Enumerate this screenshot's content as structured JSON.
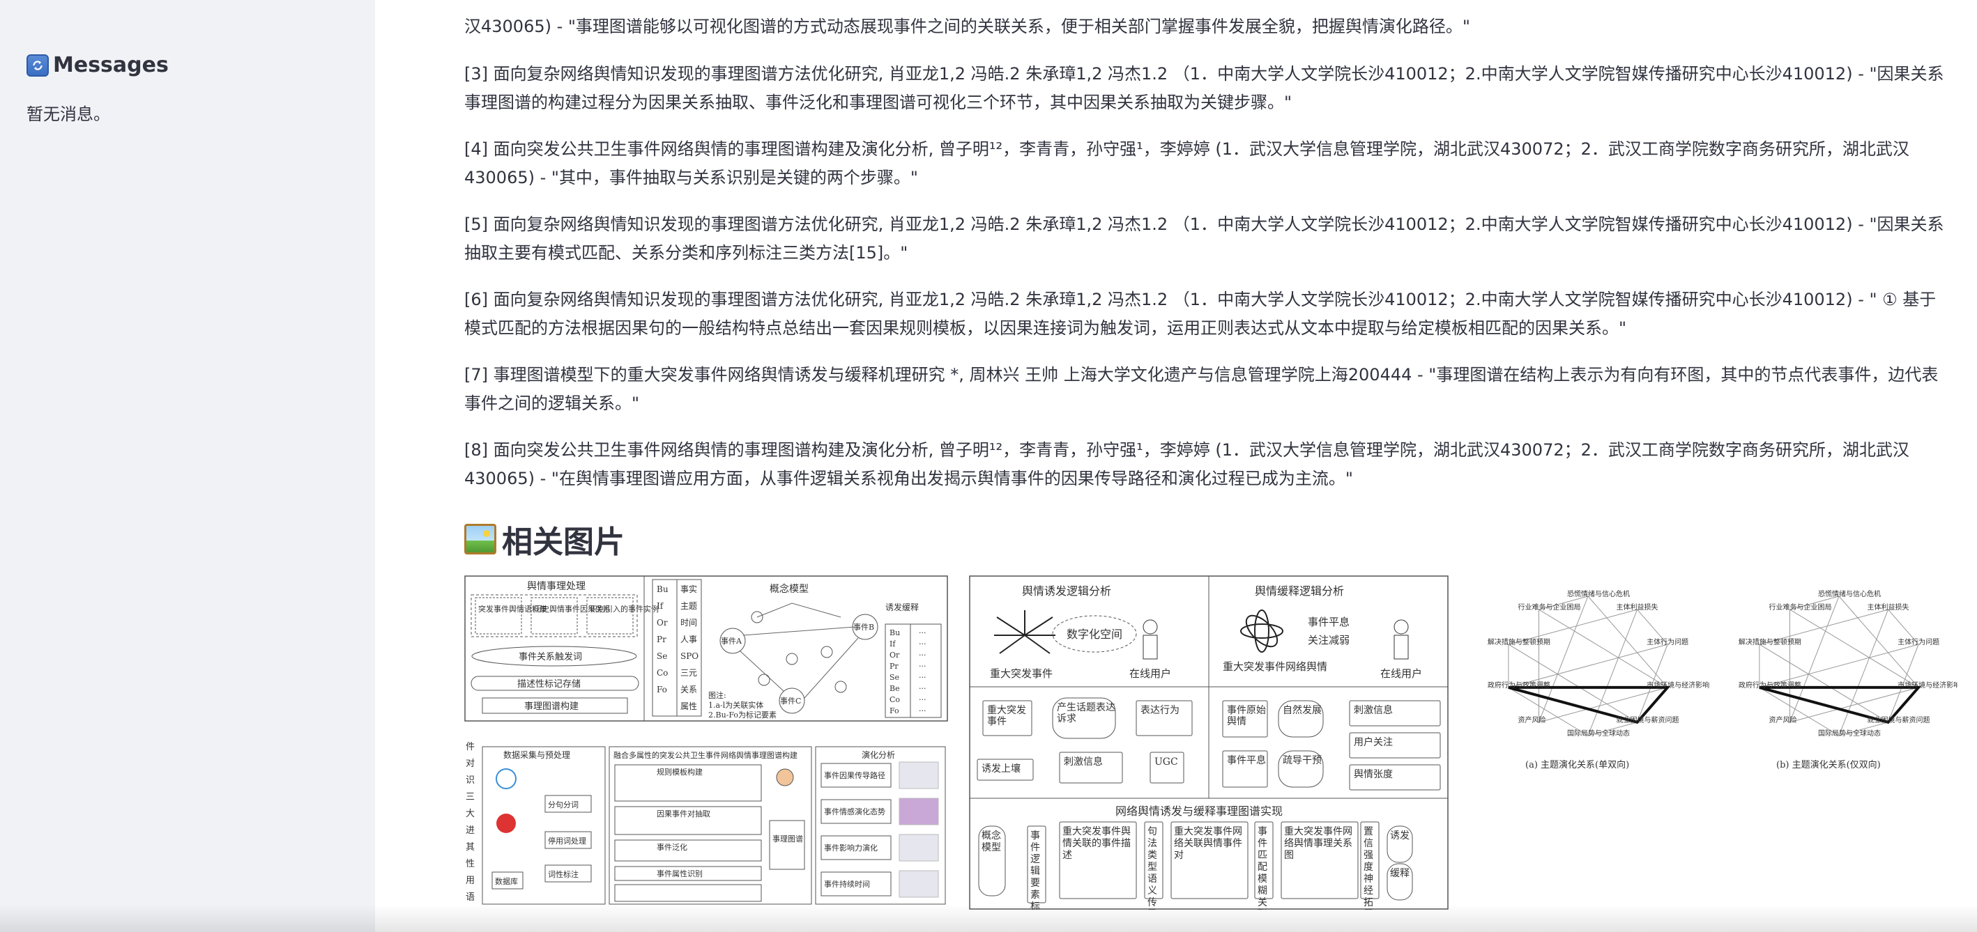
{
  "sidebar": {
    "title": "Messages",
    "icon": "refresh-icon",
    "empty_text": "暂无消息。"
  },
  "references": [
    "汉430065) - \"事理图谱能够以可视化图谱的方式动态展现事件之间的关联关系，便于相关部门掌握事件发展全貌，把握舆情演化路径。\"",
    "[3] 面向复杂网络舆情知识发现的事理图谱方法优化研究, 肖亚龙1,2 冯皓.2 朱承璋1,2 冯杰1.2 （1．中南大学人文学院长沙410012；2.中南大学人文学院智媒传播研究中心长沙410012) - \"因果关系事理图谱的构建过程分为因果关系抽取、事件泛化和事理图谱可视化三个环节，其中因果关系抽取为关键步骤。\"",
    "[4] 面向突发公共卫生事件网络舆情的事理图谱构建及演化分析, 曾子明¹²，李青青，孙守强¹，李婷婷 (1．武汉大学信息管理学院，湖北武汉430072；2．武汉工商学院数字商务研究所，湖北武汉430065) - \"其中，事件抽取与关系识别是关键的两个步骤。\"",
    "[5] 面向复杂网络舆情知识发现的事理图谱方法优化研究, 肖亚龙1,2 冯皓.2 朱承璋1,2 冯杰1.2 （1．中南大学人文学院长沙410012；2.中南大学人文学院智媒传播研究中心长沙410012) - \"因果关系抽取主要有模式匹配、关系分类和序列标注三类方法[15]。\"",
    "[6] 面向复杂网络舆情知识发现的事理图谱方法优化研究, 肖亚龙1,2 冯皓.2 朱承璋1,2 冯杰1.2 （1．中南大学人文学院长沙410012；2.中南大学人文学院智媒传播研究中心长沙410012) - \" ① 基于模式匹配的方法根据因果句的一般结构特点总结出一套因果规则模板，以因果连接词为触发词，运用正则表达式从文本中提取与给定模板相匹配的因果关系。\"",
    "[7] 事理图谱模型下的重大突发事件网络舆情诱发与缓释机理研究 *, 周林兴 王帅 上海大学文化遗产与信息管理学院上海200444 - \"事理图谱在结构上表示为有向有环图，其中的节点代表事件，边代表事件之间的逻辑关系。\"",
    "[8] 面向突发公共卫生事件网络舆情的事理图谱构建及演化分析, 曾子明¹²，李青青，孙守强¹，李婷婷 (1．武汉大学信息管理学院，湖北武汉430072；2．武汉工商学院数字商务研究所，湖北武汉430065) - \"在舆情事理图谱应用方面，从事件逻辑关系视角出发揭示舆情事件的因果传导路径和演化过程已成为主流。\""
  ],
  "section": {
    "title": "相关图片",
    "icon": "framed-picture-icon"
  },
  "figures": {
    "fig1": {
      "left_title": "舆情事理处理",
      "left_boxes": [
        "突发事件舆情语料集",
        "历史舆情事件因果关系",
        "识别引入的事件实例"
      ],
      "ellipse": "事件关系触发词",
      "cyl1": "描述性标记存储",
      "cyl2": "事理图谱构建",
      "table_left": [
        "Bu",
        "If",
        "Or",
        "Pr",
        "Se",
        "Co",
        "Fo"
      ],
      "table_right": [
        "事实",
        "主题",
        "时间",
        "人事",
        "SPO",
        "三元",
        "关系",
        "属性"
      ],
      "concept": "概念模型",
      "trigger": "诱发缓释",
      "nodes": [
        "事件A",
        "事件B",
        "事件C"
      ],
      "note1": "图注:",
      "note2": "1.a-l为关联实体",
      "note3": "2.Bu-Fo为标记要素",
      "right_table": [
        "Bu",
        "If",
        "Or",
        "Pr",
        "Se",
        "Be",
        "Co",
        "Fo"
      ]
    },
    "fig2": {
      "title_left": "舆情诱发逻辑分析",
      "title_right": "舆情缓释逻辑分析",
      "digital": "数字化空间",
      "event": "重大突发事件",
      "online": "在线用户",
      "calm": "事件平息",
      "attention": "关注减弱",
      "event2": "重大突发事件网络舆情",
      "online2": "在线用户",
      "mid": [
        "重大突发事件",
        "产生话题表达诉求",
        "表达行为",
        "UGC",
        "刺激信息",
        "诱发上壤",
        "事件原始舆情",
        "自然发展",
        "事件平息",
        "疏导干预",
        "刺激信息",
        "用户关注",
        "舆情张度"
      ],
      "bottom_title": "网络舆情诱发与缓释事理图谱实现",
      "bottom": [
        "概念模型",
        "事件逻辑要素标记",
        "重大突发事件舆情关联的事件描述",
        "句法类型语义传导",
        "重大突发事件网络关联舆情事件对",
        "事件匹配模糊关联",
        "重大突发事件网络舆情事理关系图",
        "置信强度神经拓展",
        "诱发",
        "缓释"
      ]
    },
    "fig3": {
      "caption_a": "(a) 主题演化关系(单双向)",
      "caption_b": "(b) 主题演化关系(仅双向)",
      "labels": [
        "恐慌情绪与信心危机",
        "主体利益损失",
        "主体行为问题",
        "市场环境与经济影响",
        "就业困境与薪资问题",
        "国际局势与全球动态",
        "资产风险",
        "政府行为与政策调整",
        "解决措施与整顿预期",
        "行业难务与企业困局"
      ]
    },
    "fig4": {
      "title1": "数据采集与预处理",
      "title2": "融合多属性的突发公共卫生事件网络舆情事理图谱构建",
      "title3": "演化分析",
      "boxes1": [
        "数据库",
        "分句分词",
        "停用词处理",
        "词性标注"
      ],
      "boxes2": [
        "规则模板构建",
        "因果事件对抽取",
        "事件泛化",
        "事件属性识别",
        "事理图谱"
      ],
      "boxes3": [
        "事件因果传导路径",
        "事件情感演化态势",
        "事件影响力演化",
        "事件持续时间"
      ],
      "side": [
        "件",
        "对",
        "识",
        "三",
        "大",
        "进",
        "其",
        "性",
        "用",
        "语"
      ]
    }
  }
}
